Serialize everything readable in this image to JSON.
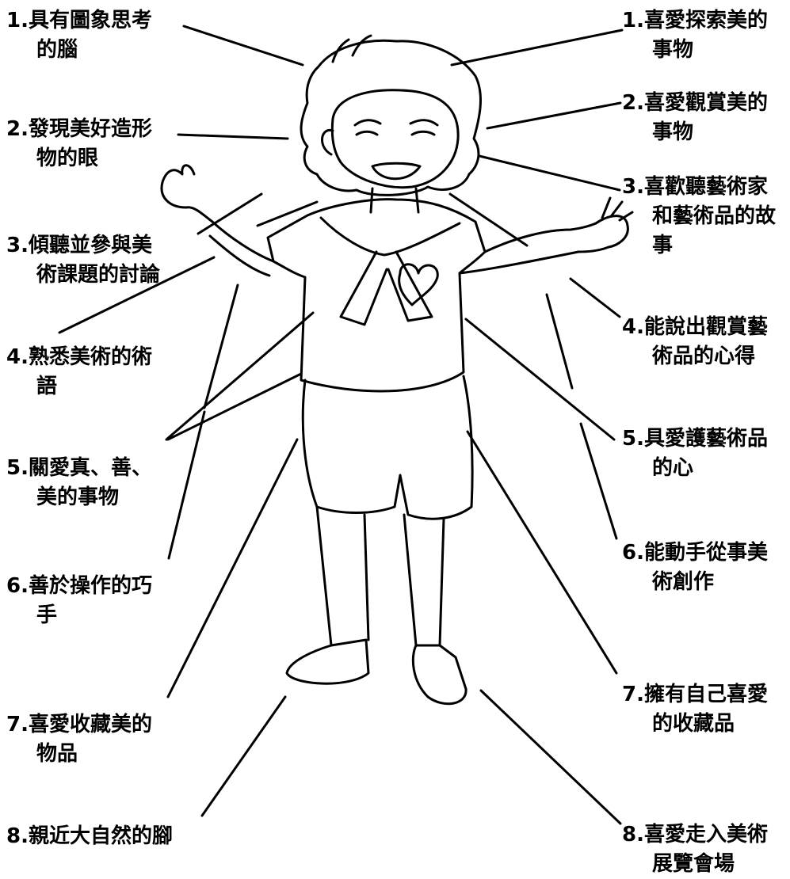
{
  "left_labels": [
    {
      "id": "l1",
      "line1": "1.具有圖象思考",
      "line2": "的腦"
    },
    {
      "id": "l2",
      "line1": "2.發現美好造形",
      "line2": "物的眼"
    },
    {
      "id": "l3",
      "line1": "3.傾聽並參與美",
      "line2": "術課題的討論"
    },
    {
      "id": "l4",
      "line1": "4.熟悉美術的術",
      "line2": "語"
    },
    {
      "id": "l5",
      "line1": "5.關愛真、善、",
      "line2": "美的事物"
    },
    {
      "id": "l6",
      "line1": "6.善於操作的巧",
      "line2": "手"
    },
    {
      "id": "l7",
      "line1": "7.喜愛收藏美的",
      "line2": "物品"
    },
    {
      "id": "l8",
      "line1": "8.親近大自然的腳",
      "line2": ""
    }
  ],
  "right_labels": [
    {
      "id": "r1",
      "line1": "1.喜愛探索美的",
      "line2": "事物",
      "line3": ""
    },
    {
      "id": "r2",
      "line1": "2.喜愛觀賞美的",
      "line2": "事物",
      "line3": ""
    },
    {
      "id": "r3",
      "line1": "3.喜歡聽藝術家",
      "line2": "和藝術品的故",
      "line3": "事"
    },
    {
      "id": "r4",
      "line1": "4.能說出觀賞藝",
      "line2": "術品的心得",
      "line3": ""
    },
    {
      "id": "r5",
      "line1": "5.具愛護藝術品",
      "line2": "的心",
      "line3": ""
    },
    {
      "id": "r6",
      "line1": "6.能動手從事美",
      "line2": "術創作",
      "line3": ""
    },
    {
      "id": "r7",
      "line1": "7.擁有自己喜愛",
      "line2": "的收藏品",
      "line3": ""
    },
    {
      "id": "r8",
      "line1": "8.喜愛走入美術",
      "line2": "展覽會場",
      "line3": ""
    }
  ]
}
